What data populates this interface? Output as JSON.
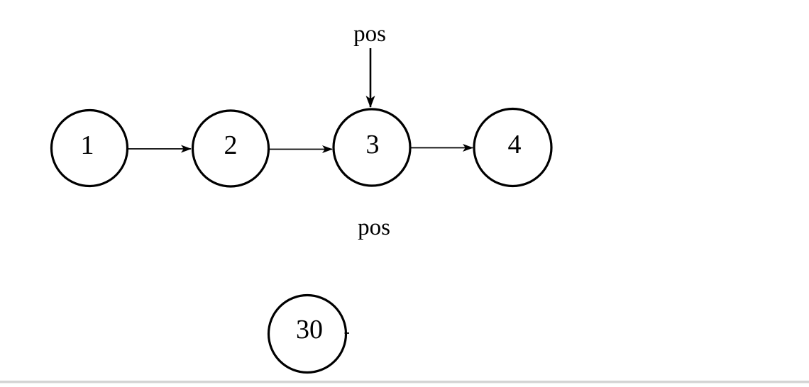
{
  "diagram": {
    "description": "singly linked list with pointer",
    "nodes": [
      {
        "label": "1"
      },
      {
        "label": "2"
      },
      {
        "label": "3"
      },
      {
        "label": "4"
      }
    ],
    "detached_node": {
      "label": "30"
    },
    "pointer_top": {
      "label": "pos"
    },
    "pointer_bottom": {
      "label": "pos"
    },
    "colors": {
      "stroke": "#000000",
      "background": "#ffffff",
      "bottom_border": "#d4d4d4"
    }
  }
}
